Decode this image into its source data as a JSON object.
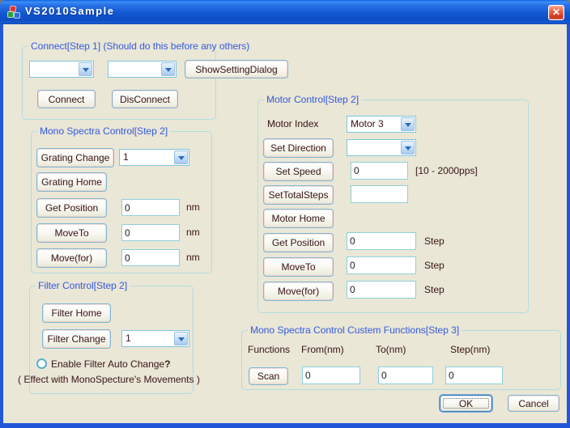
{
  "window": {
    "title": "VS2010Sample",
    "close_glyph": "✕"
  },
  "colors": {
    "titlebar_blue": "#1257D2",
    "group_title_blue": "#3C68DC",
    "group_border_cyan": "#B3DCE2",
    "close_button_red": "#D8402A",
    "client_background": "#EAE7D6"
  },
  "connect": {
    "title": "Connect[Step 1] (Should do this before any others)",
    "combo1_value": "",
    "combo2_value": "",
    "show_setting_dialog": "ShowSettingDialog",
    "connect_label": "Connect",
    "disconnect_label": "DisConnect"
  },
  "mono": {
    "title": "Mono Spectra Control[Step 2]",
    "grating_change": "Grating Change",
    "grating_combo_value": "1",
    "grating_home": "Grating Home",
    "get_position": "Get Position",
    "get_position_value": "0",
    "move_to": "MoveTo",
    "move_to_value": "0",
    "move_for": "Move(for)",
    "move_for_value": "0",
    "unit": "nm"
  },
  "filter": {
    "title": "Filter Control[Step 2]",
    "filter_home": "Filter Home",
    "filter_change": "Filter Change",
    "combo_value": "1",
    "radio_label": "Enable Filter Auto Change",
    "radio_q": "?",
    "note": "( Effect with MonoSpecture's Movements )"
  },
  "motor": {
    "title": "Motor Control[Step 2]",
    "index_label": "Motor Index",
    "index_value": "Motor 3",
    "set_direction": "Set Direction",
    "direction_value": "",
    "set_speed": "Set Speed",
    "speed_value": "0",
    "speed_range": "[10 - 2000pps]",
    "set_total_steps": "SetTotalSteps",
    "total_steps_value": "",
    "motor_home": "Motor Home",
    "get_position": "Get Position",
    "get_position_value": "0",
    "move_to": "MoveTo",
    "move_to_value": "0",
    "move_for": "Move(for)",
    "move_for_value": "0",
    "unit": "Step"
  },
  "custom": {
    "title": "Mono Spectra Control Custem Functions[Step 3]",
    "header_functions": "Functions",
    "header_from": "From(nm)",
    "header_to": "To(nm)",
    "header_step": "Step(nm)",
    "scan": "Scan",
    "from_value": "0",
    "to_value": "0",
    "step_value": "0"
  },
  "footer": {
    "ok": "OK",
    "cancel": "Cancel"
  }
}
